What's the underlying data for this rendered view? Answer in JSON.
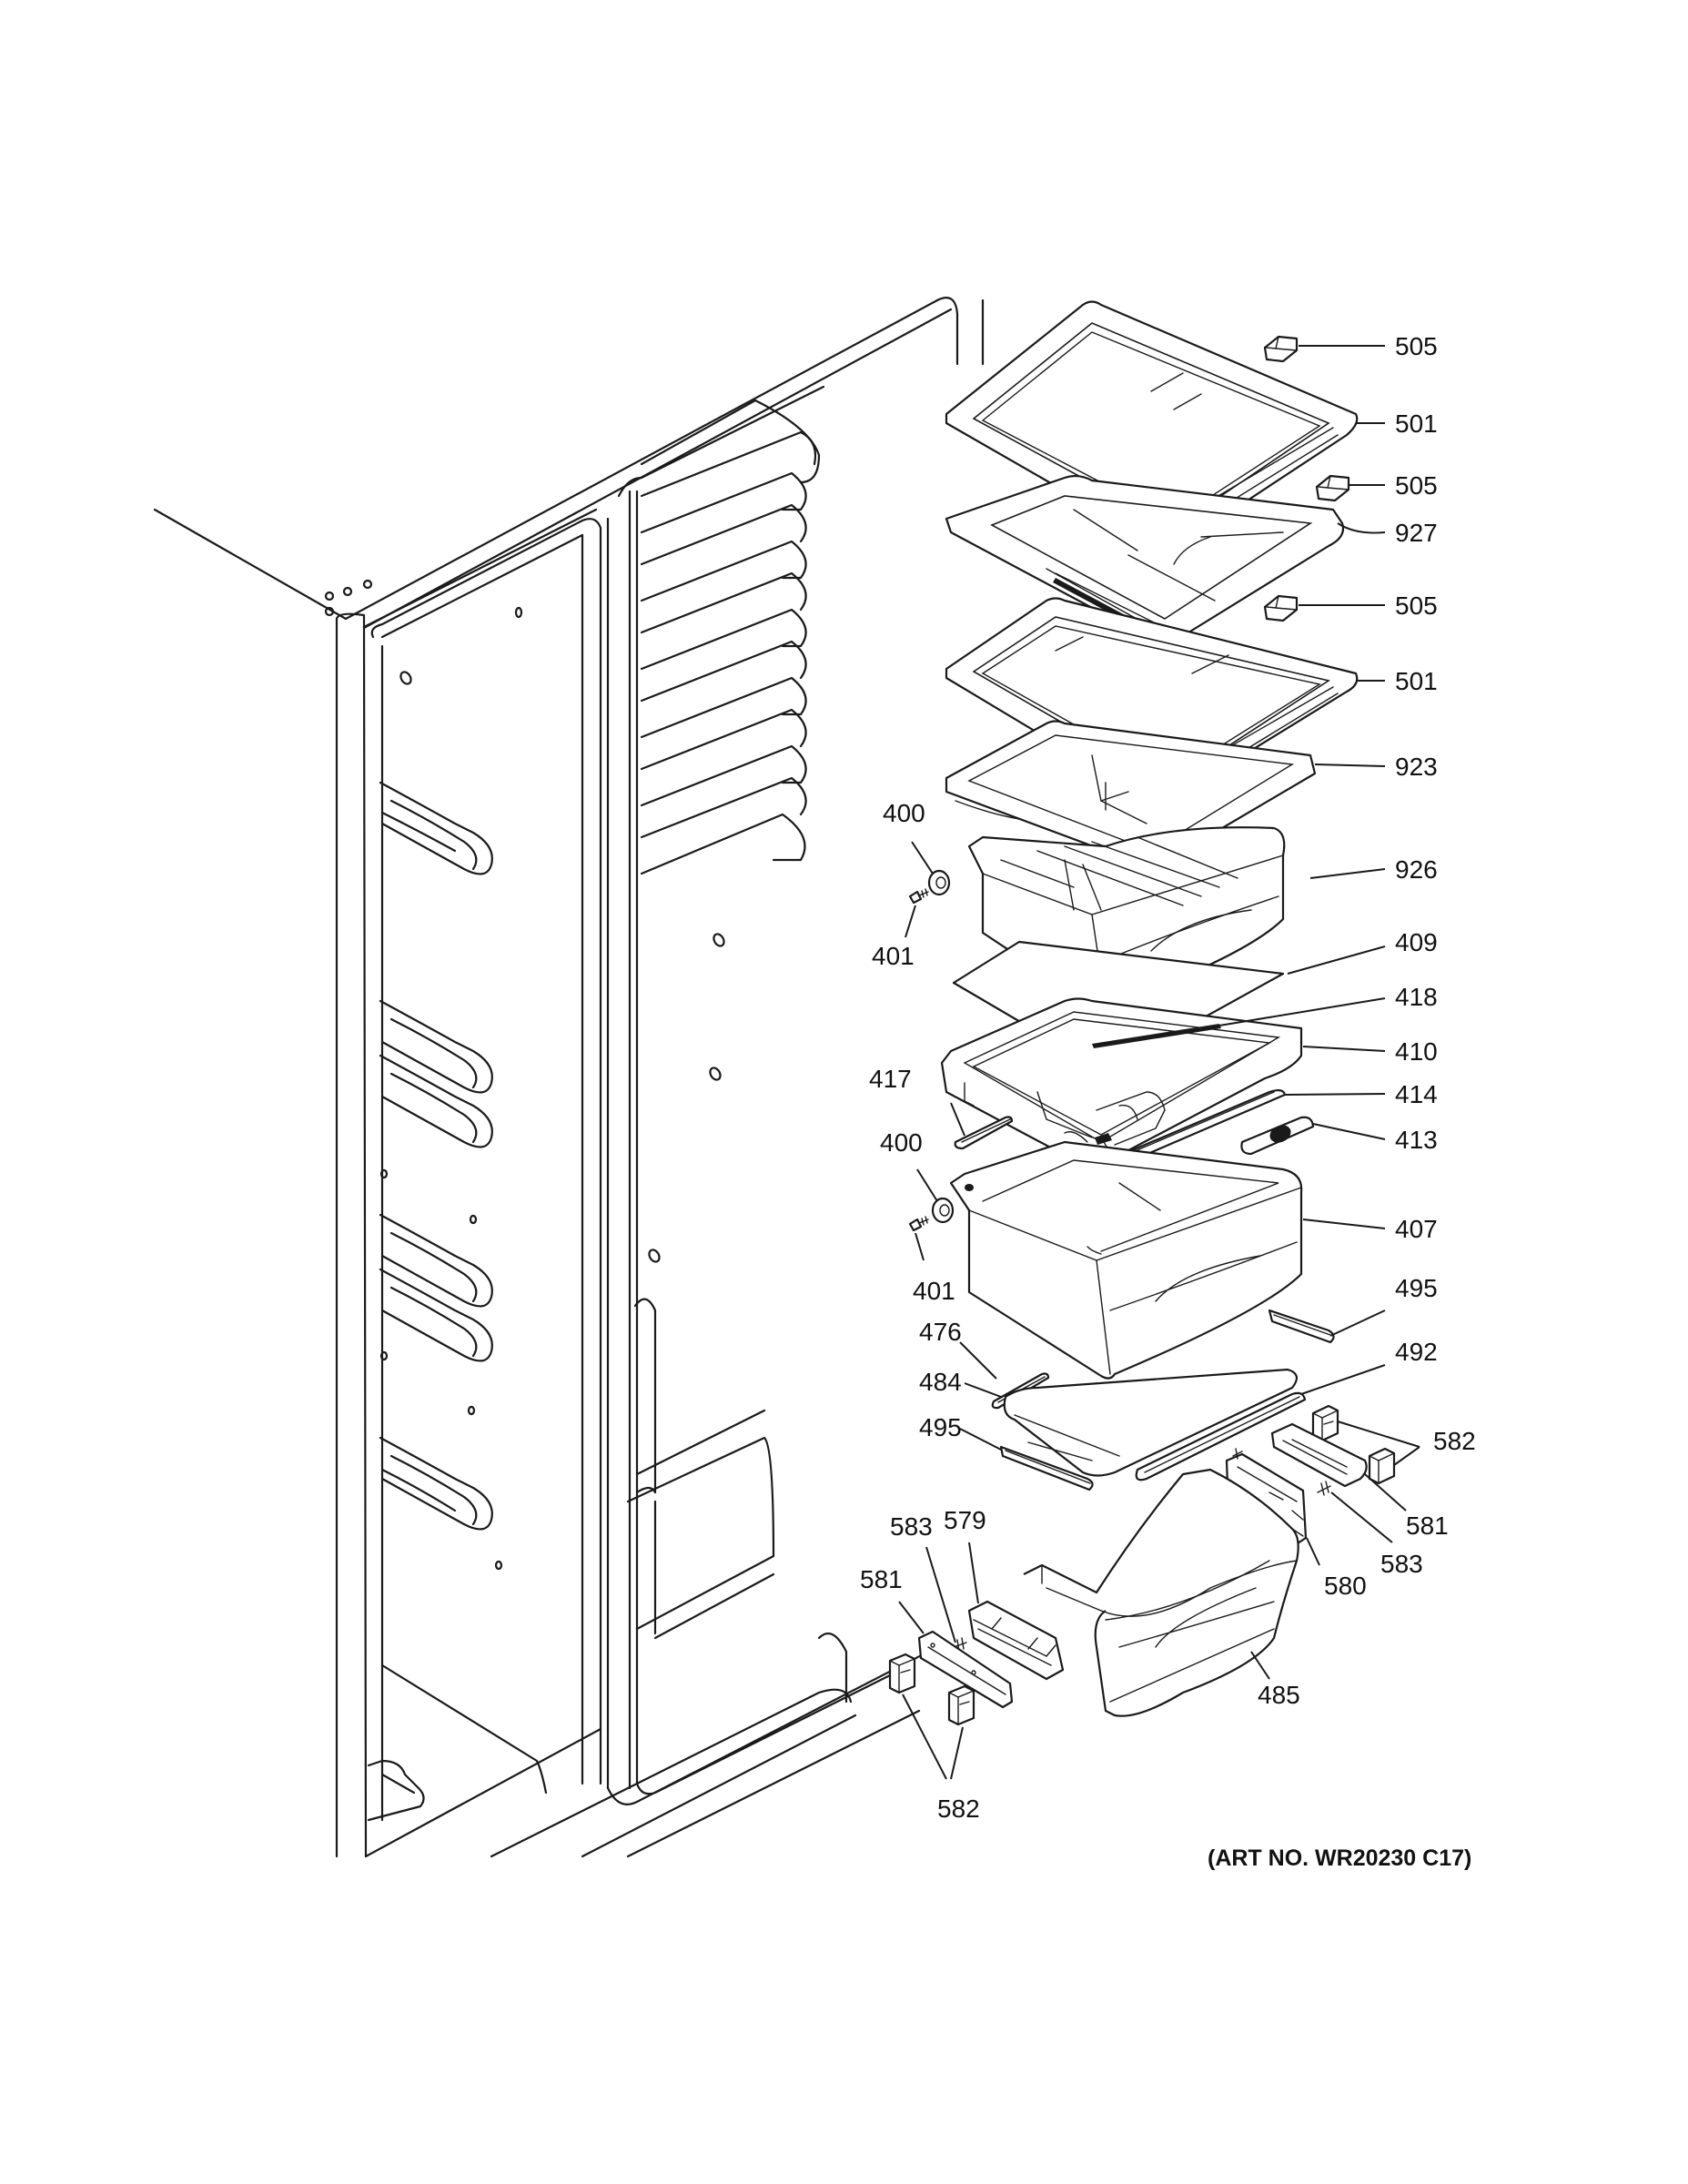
{
  "callouts": [
    {
      "id": "c505a",
      "label": "505"
    },
    {
      "id": "c501a",
      "label": "501"
    },
    {
      "id": "c505b",
      "label": "505"
    },
    {
      "id": "c927",
      "label": "927"
    },
    {
      "id": "c505c",
      "label": "505"
    },
    {
      "id": "c501b",
      "label": "501"
    },
    {
      "id": "c923",
      "label": "923"
    },
    {
      "id": "c926",
      "label": "926"
    },
    {
      "id": "c409",
      "label": "409"
    },
    {
      "id": "c418",
      "label": "418"
    },
    {
      "id": "c410",
      "label": "410"
    },
    {
      "id": "c414",
      "label": "414"
    },
    {
      "id": "c413",
      "label": "413"
    },
    {
      "id": "c407",
      "label": "407"
    },
    {
      "id": "c495a",
      "label": "495"
    },
    {
      "id": "c492",
      "label": "492"
    },
    {
      "id": "c582a",
      "label": "582"
    },
    {
      "id": "c581a",
      "label": "581"
    },
    {
      "id": "c583a",
      "label": "583"
    },
    {
      "id": "c580",
      "label": "580"
    },
    {
      "id": "c485",
      "label": "485"
    },
    {
      "id": "c400a",
      "label": "400"
    },
    {
      "id": "c401a",
      "label": "401"
    },
    {
      "id": "c417",
      "label": "417"
    },
    {
      "id": "c400b",
      "label": "400"
    },
    {
      "id": "c401b",
      "label": "401"
    },
    {
      "id": "c476",
      "label": "476"
    },
    {
      "id": "c484",
      "label": "484"
    },
    {
      "id": "c495b",
      "label": "495"
    },
    {
      "id": "c579",
      "label": "579"
    },
    {
      "id": "c583b",
      "label": "583"
    },
    {
      "id": "c581b",
      "label": "581"
    },
    {
      "id": "c582b",
      "label": "582"
    }
  ],
  "art_number": "(ART NO. WR20230 C17)"
}
